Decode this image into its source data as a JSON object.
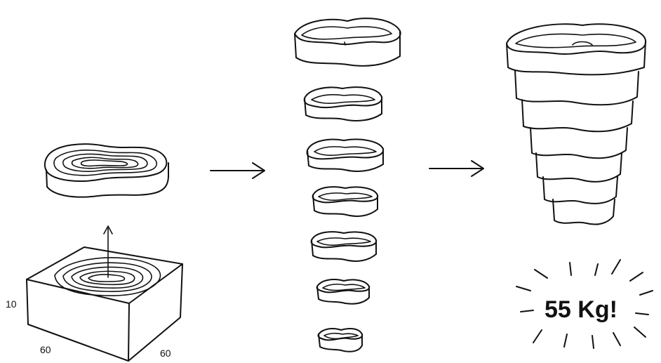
{
  "block": {
    "dimension_height": "10",
    "dimension_width": "60",
    "dimension_depth": "60"
  },
  "result": {
    "weight_label": "55 Kg!"
  },
  "layer_count": 7
}
